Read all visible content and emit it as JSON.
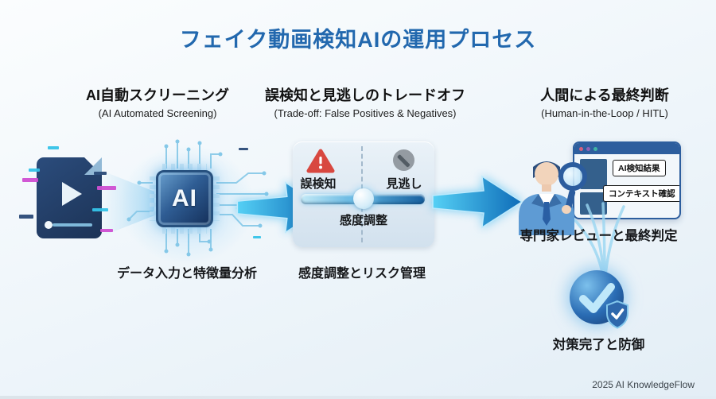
{
  "title": "フェイク動画検知AIの運用プロセス",
  "footer": "2025 AI KnowledgeFlow",
  "stages": [
    {
      "heading": "AI自動スクリーニング",
      "subheading": "(AI Automated Screening)",
      "caption": "データ入力と特徴量分析"
    },
    {
      "heading": "誤検知と見逃しのトレードオフ",
      "subheading": "(Trade-off: False Positives & Negatives)",
      "caption": "感度調整とリスク管理"
    },
    {
      "heading": "人間による最終判断",
      "subheading": "(Human-in-the-Loop / HITL)",
      "caption": "専門家レビューと最終判定",
      "result_caption": "対策完了と防御"
    }
  ],
  "ai_chip": {
    "label": "AI"
  },
  "tradeoff": {
    "false_positive_label": "誤検知",
    "miss_label": "見逃し",
    "slider_label": "感度調整",
    "slider_position_pct": 45
  },
  "review_window": {
    "badges": [
      "AI検知結果",
      "コンテキスト確認"
    ]
  },
  "icons": {
    "video_file": "video-file-icon",
    "ai_chip": "ai-chip-icon",
    "flow_arrow": "arrow-right-icon",
    "warning": "warning-triangle-icon",
    "miss": "prohibition-icon",
    "analyst": "analyst-person-icon",
    "magnifier": "magnifier-icon",
    "check": "check-circle-icon",
    "shield": "shield-check-icon"
  },
  "colors": {
    "title": "#2268ae",
    "arrow": "#1b8ed6",
    "warning_red": "#d84840",
    "miss_gray": "#949ba2",
    "chip_navy": "#1d3b66"
  }
}
